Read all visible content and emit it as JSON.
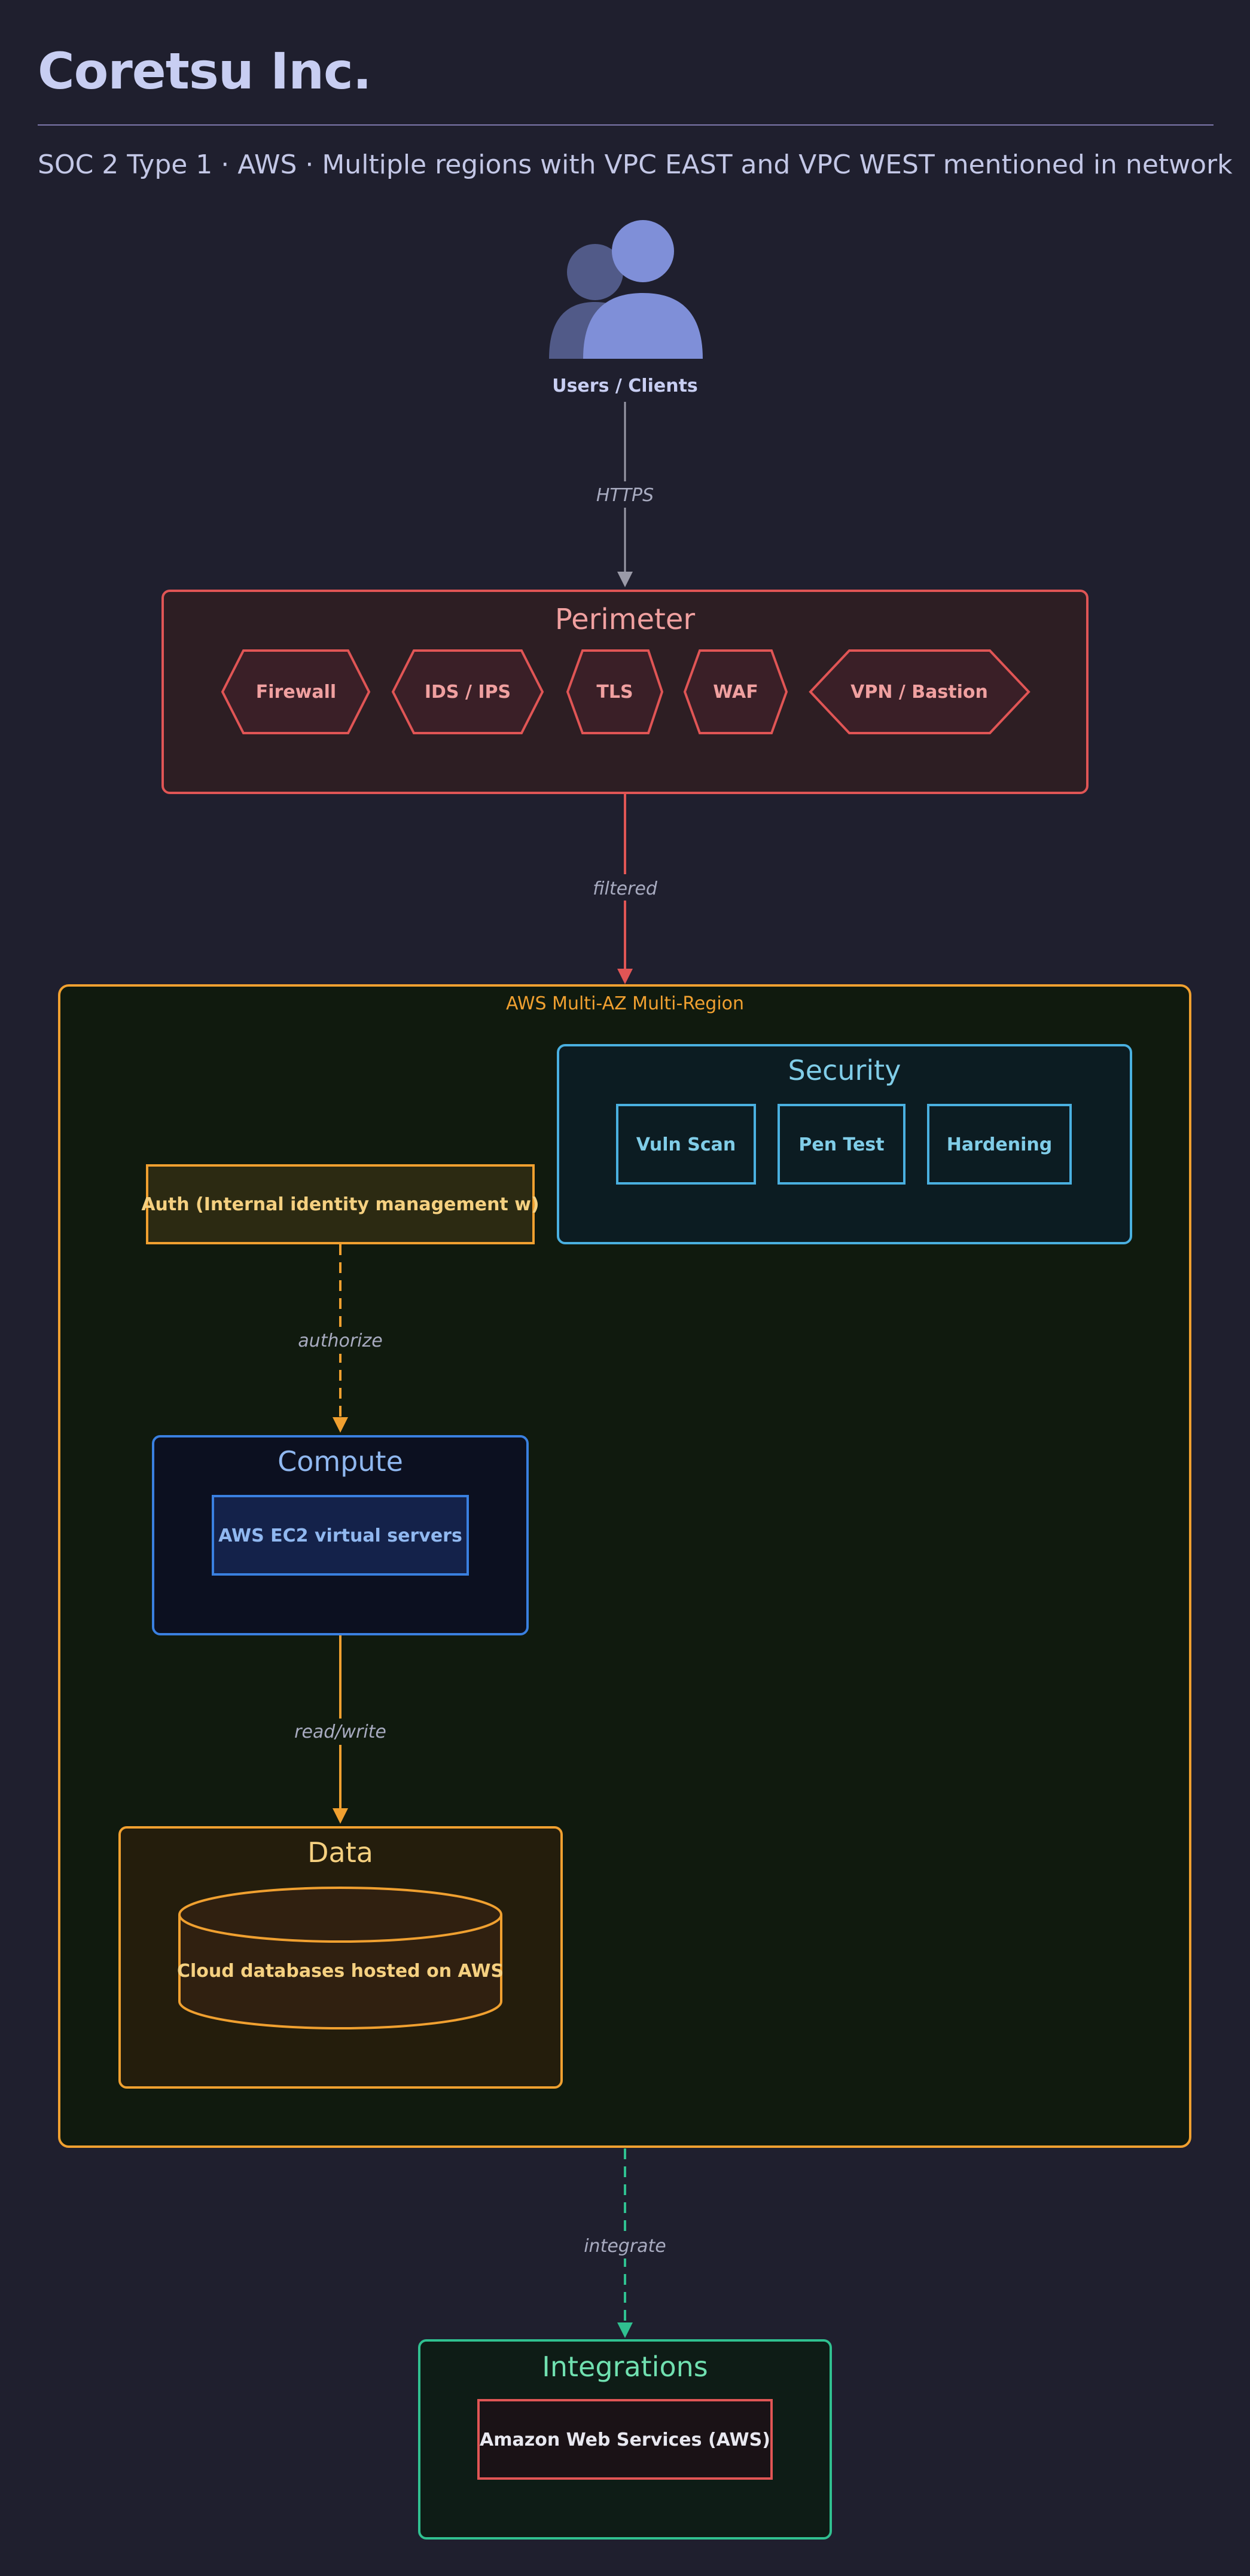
{
  "header": {
    "title": "Coretsu Inc.",
    "subtitle": "SOC 2 Type 1 · AWS · Multiple regions with VPC EAST and VPC WEST mentioned in network"
  },
  "users": {
    "label": "Users / Clients",
    "icon": "users-icon"
  },
  "edges": {
    "users_to_perimeter": "HTTPS",
    "perimeter_to_aws": "filtered",
    "auth_to_compute": "authorize",
    "compute_to_data": "read/write",
    "aws_to_integrations": "integrate"
  },
  "perimeter": {
    "title": "Perimeter",
    "items": [
      "Firewall",
      "IDS / IPS",
      "TLS",
      "WAF",
      "VPN / Bastion"
    ]
  },
  "aws": {
    "label": "AWS Multi-AZ Multi-Region"
  },
  "security": {
    "title": "Security",
    "items": [
      "Vuln Scan",
      "Pen Test",
      "Hardening"
    ]
  },
  "auth": {
    "label": "Auth (Internal identity management w)"
  },
  "compute": {
    "title": "Compute",
    "node": "AWS EC2 virtual servers"
  },
  "data": {
    "title": "Data",
    "node": "Cloud databases hosted on AWS"
  },
  "integrations": {
    "title": "Integrations",
    "node": "Amazon Web Services (AWS)"
  },
  "colors": {
    "background": "#1f1f2e",
    "perimeter": "#e05555",
    "aws": "#f0a030",
    "security": "#4ab0e0",
    "compute": "#3a80e0",
    "data": "#f0a030",
    "integrations": "#30c090",
    "users_icon": "#7f8fd8"
  }
}
